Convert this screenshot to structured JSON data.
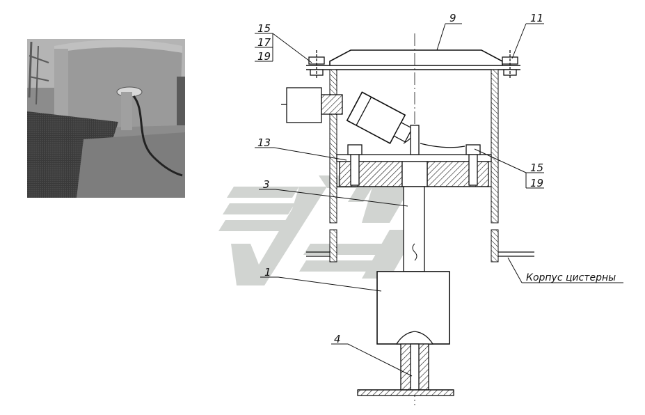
{
  "photo": {
    "alt": "photo of tank level sensor installation"
  },
  "labels": {
    "l15a": "15",
    "l17": "17",
    "l19a": "19",
    "l9": "9",
    "l11": "11",
    "l13": "13",
    "l3": "3",
    "l15b": "15",
    "l19b": "19",
    "l1": "1",
    "l4": "4",
    "tank_body": "Корпус цистерны"
  },
  "colors": {
    "line": "#111111",
    "watermark": "#c8ccc8",
    "photo_dark": "#4a4a4a"
  }
}
